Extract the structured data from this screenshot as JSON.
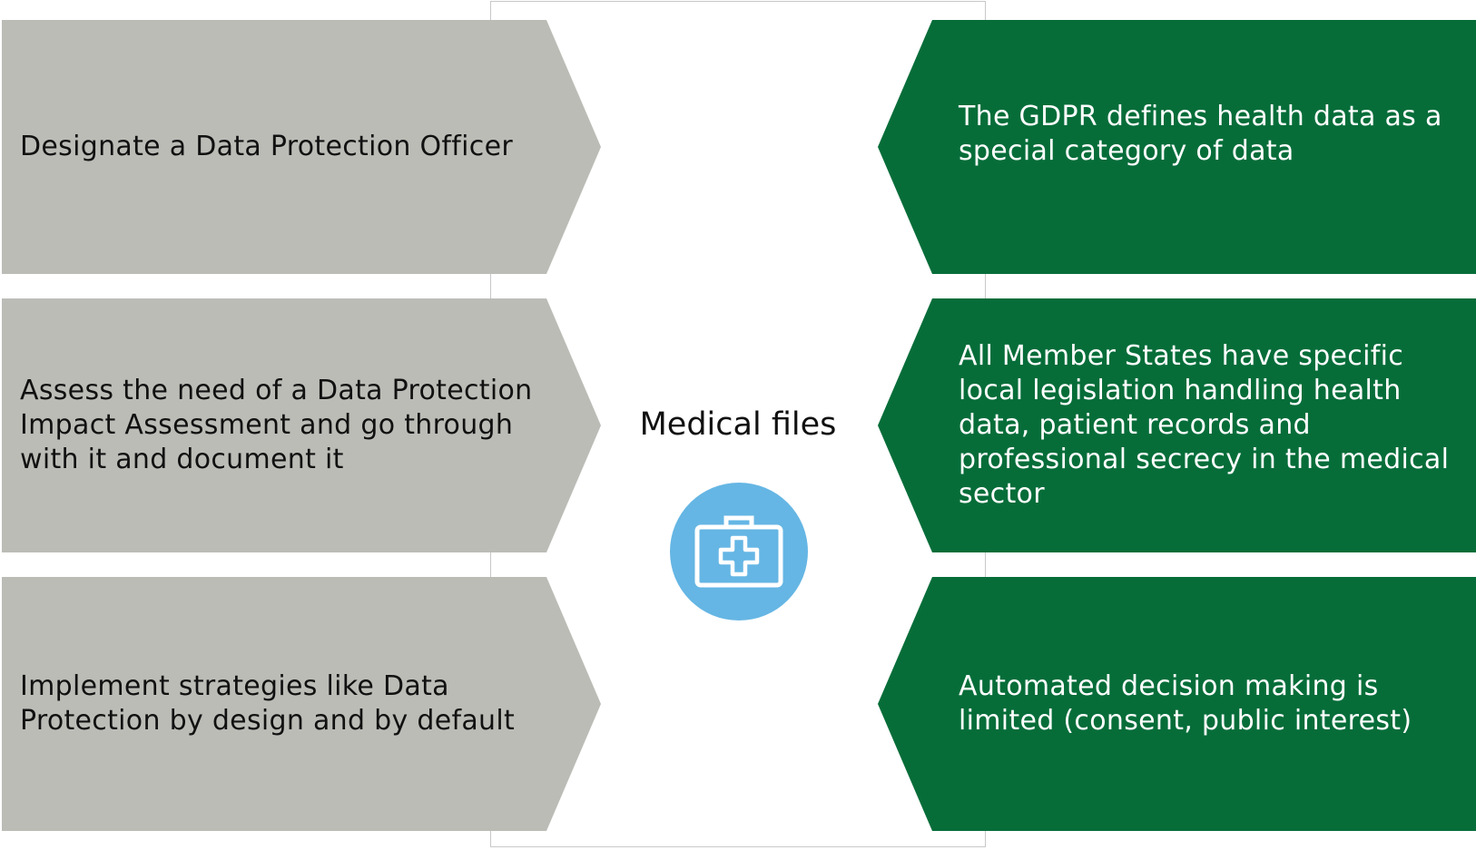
{
  "colors": {
    "left_fill": "#bcbcb7",
    "right_fill": "#066d39",
    "icon_circle": "#65b6e4",
    "icon_stroke": "#ffffff"
  },
  "center": {
    "title": "Medical files",
    "icon": "medical-kit-icon"
  },
  "left_items": [
    "Designate a Data Protection Officer",
    "Assess the need of a Data Protection Impact Assessment and go through with it and document it",
    "Implement strategies like Data Protection by design and by default"
  ],
  "right_items": [
    "The GDPR defines health data as a special category of data",
    "All Member States have specific local legislation handling health data, patient records and professional secrecy in the medical sector",
    "Automated decision making is limited (consent, public interest)"
  ]
}
